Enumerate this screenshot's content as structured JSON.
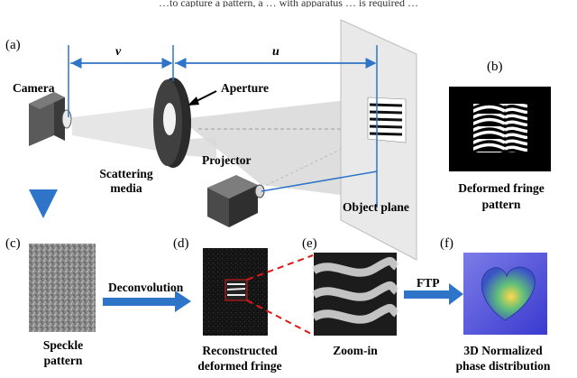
{
  "top_caption": "…to capture a pattern, a … with apparatus … is required …",
  "panels": {
    "a": "(a)",
    "b": "(b)",
    "c": "(c)",
    "d": "(d)",
    "e": "(e)",
    "f": "(f)"
  },
  "setup": {
    "v": "v",
    "u": "u",
    "camera": "Camera",
    "aperture": "Aperture",
    "scattering_line1": "Scattering",
    "scattering_line2": "media",
    "projector": "Projector",
    "object_plane": "Object plane"
  },
  "panel_b": {
    "line1": "Deformed fringe",
    "line2": "pattern"
  },
  "pipeline": {
    "speckle_line1": "Speckle",
    "speckle_line2": "pattern",
    "deconvolution": "Deconvolution",
    "reconstructed_line1": "Reconstructed",
    "reconstructed_line2": "deformed fringe",
    "zoom": "Zoom-in",
    "ftp": "FTP",
    "normalized_line1": "3D Normalized",
    "normalized_line2": "phase distribution"
  },
  "colors": {
    "accent_blue": "#2e74c8",
    "zoom_red": "#e01818",
    "beam_gray": "#c8c8c8"
  }
}
